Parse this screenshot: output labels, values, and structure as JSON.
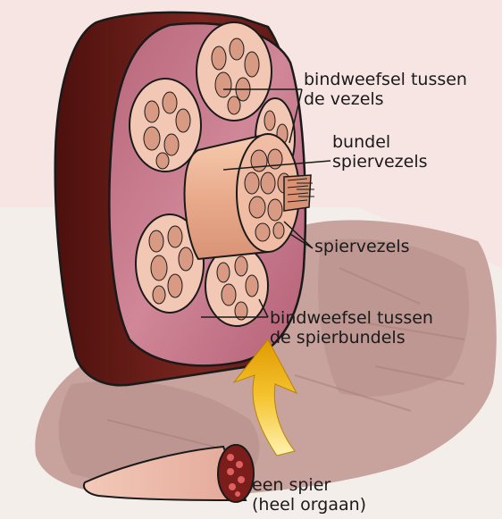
{
  "labels": {
    "bindweefsel_vezels": {
      "line1": "bindweefsel tussen",
      "line2": "de vezels"
    },
    "bundel_spiervezels": {
      "line1": "bundel",
      "line2": "spiervezels"
    },
    "spiervezels": {
      "line1": "spiervezels"
    },
    "bindweefsel_spierbundels": {
      "line1": "bindweefsel tussen",
      "line2": "de spierbundels"
    },
    "een_spier": {
      "line1": "een spier",
      "line2": "(heel orgaan)"
    }
  },
  "colors": {
    "background_top": "#f7e5e3",
    "background_bottom": "#f5efec",
    "meat": "#c9a19c",
    "muscle_outer": "#6e1e1a",
    "muscle_face": "#c77a8a",
    "bundle_fill": "#f2c7b4",
    "fiber_fill": "#d99a84",
    "cylinder": "#eab091",
    "arrow_yellow": "#f0b500"
  }
}
